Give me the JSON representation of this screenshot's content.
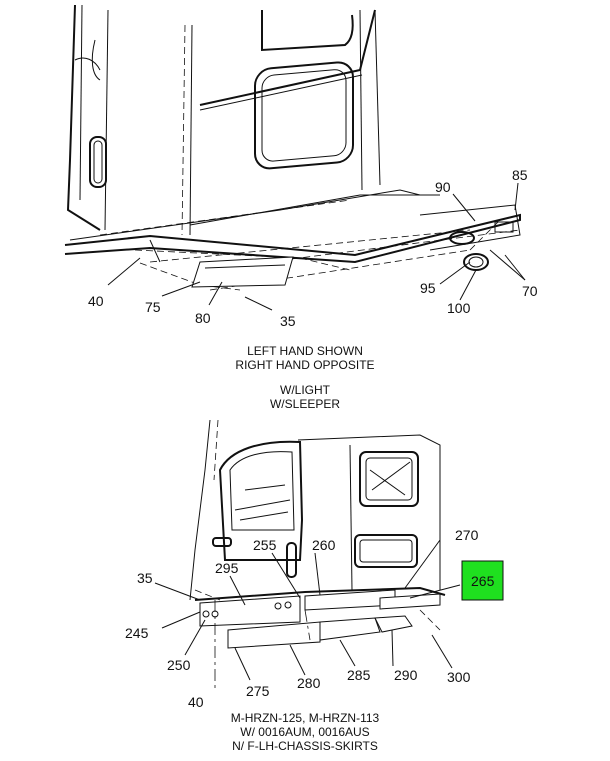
{
  "top_view": {
    "callouts": [
      "40",
      "75",
      "80",
      "35",
      "90",
      "85",
      "95",
      "100",
      "70"
    ],
    "caption_line1": "LEFT HAND SHOWN",
    "caption_line2": "RIGHT HAND OPPOSITE",
    "caption_line3": "W/LIGHT",
    "caption_line4": "W/SLEEPER"
  },
  "bottom_view": {
    "callouts": [
      "35",
      "295",
      "255",
      "260",
      "270",
      "245",
      "250",
      "40",
      "275",
      "280",
      "285",
      "290",
      "300"
    ],
    "highlight_callout": "265",
    "highlight_color": "#1fe01f",
    "caption_line1": "M-HRZN-125, M-HRZN-113",
    "caption_line2": "W/ 0016AUM, 0016AUS",
    "caption_line3": "N/ F-LH-CHASSIS-SKIRTS"
  }
}
